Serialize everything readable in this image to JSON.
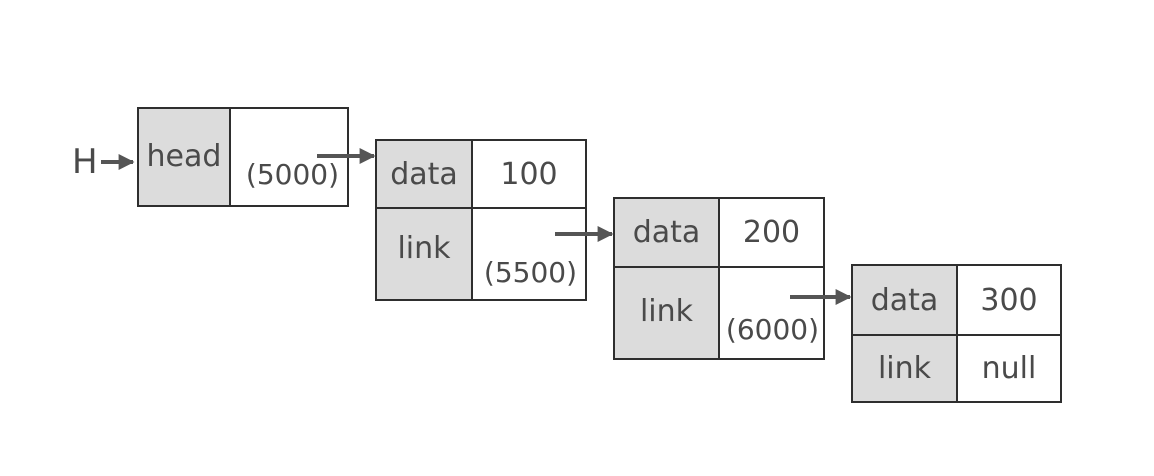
{
  "head": {
    "pointer_label": "H",
    "label": "head",
    "address": "(5000)"
  },
  "nodes": [
    {
      "data_label": "data",
      "data_value": "100",
      "link_label": "link",
      "link_value": "(5500)"
    },
    {
      "data_label": "data",
      "data_value": "200",
      "link_label": "link",
      "link_value": "(6000)"
    },
    {
      "data_label": "data",
      "data_value": "300",
      "link_label": "link",
      "link_value": "null"
    }
  ],
  "colors": {
    "text": "#4a4a4a",
    "border": "#2e2e2e",
    "label_fill": "#dcdcdc",
    "arrow": "#555555"
  }
}
